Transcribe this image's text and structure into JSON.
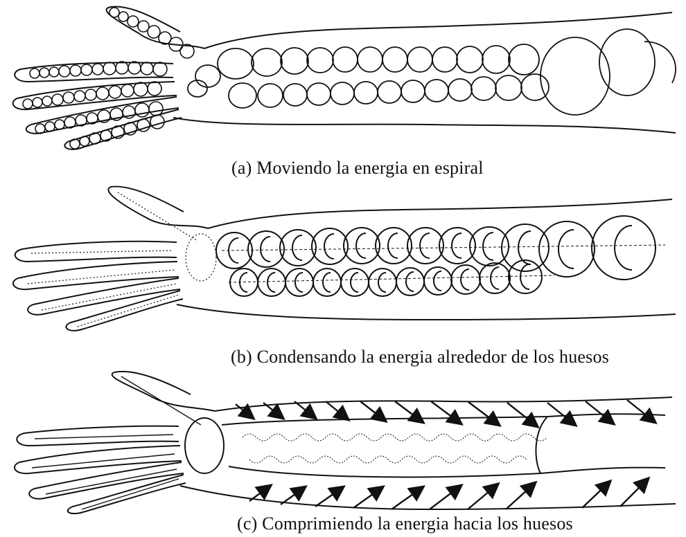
{
  "captions": {
    "a": "(a) Moviendo la energia en espiral",
    "b": "(b) Condensando la energia alrededor de los huesos",
    "c": "(c) Comprimiendo la energia hacia los huesos"
  },
  "colors": {
    "line": "#111111",
    "background": "#ffffff"
  }
}
